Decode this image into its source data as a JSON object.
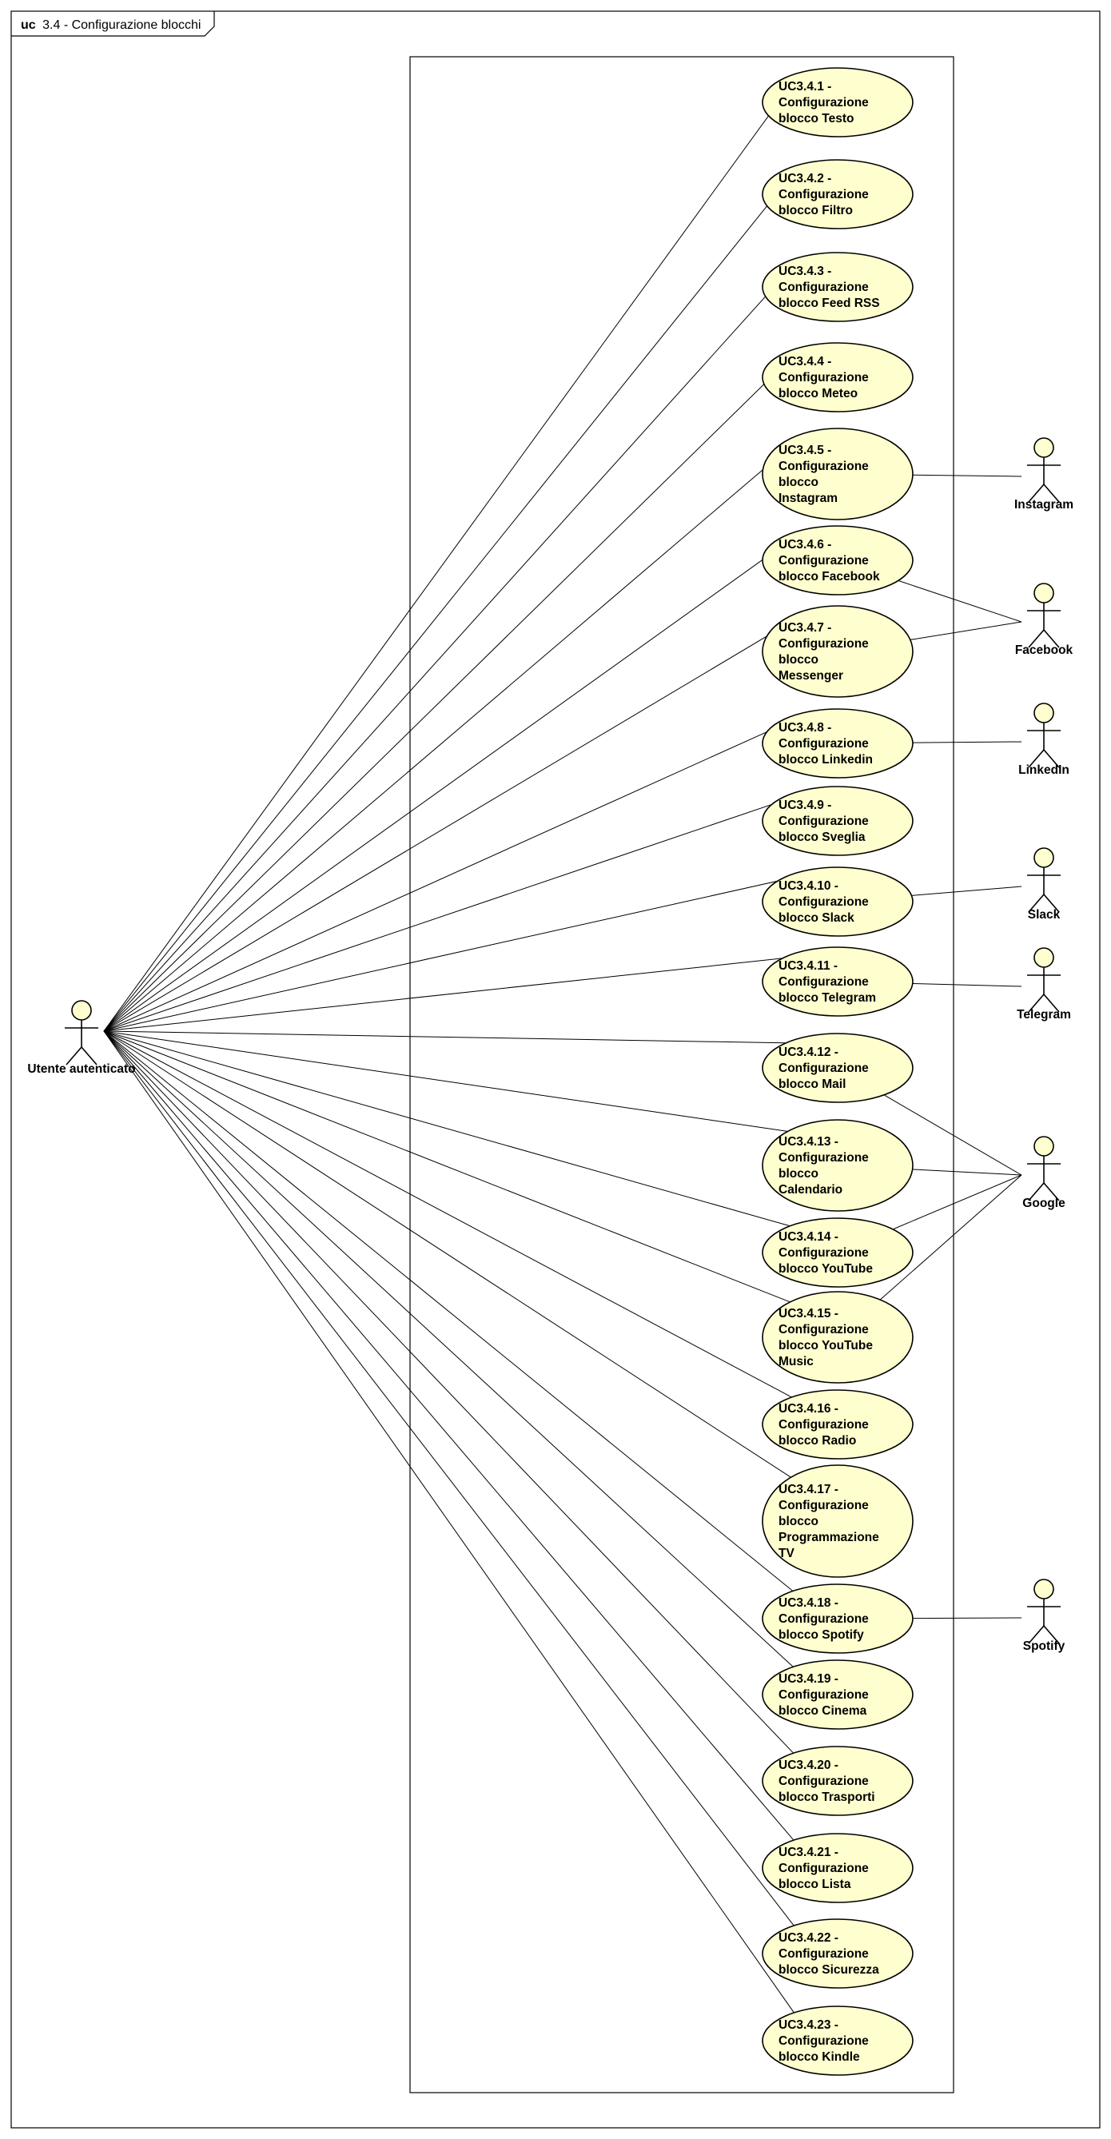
{
  "frame": {
    "keyword": "uc",
    "title": "3.4 - Configurazione blocchi"
  },
  "colors": {
    "usecase_fill": "#FEFECE",
    "usecase_stroke": "#000000",
    "actor_fill": "#FEFECE",
    "line": "#000000",
    "background": "#FFFFFF"
  },
  "primary_actor": {
    "id": "utente",
    "label": "Utente autenticato"
  },
  "usecases": [
    {
      "id": "uc1",
      "lines": [
        "UC3.4.1 -",
        "Configurazione",
        "blocco Testo"
      ]
    },
    {
      "id": "uc2",
      "lines": [
        "UC3.4.2 -",
        "Configurazione",
        "blocco Filtro"
      ]
    },
    {
      "id": "uc3",
      "lines": [
        "UC3.4.3 -",
        "Configurazione",
        "blocco Feed RSS"
      ]
    },
    {
      "id": "uc4",
      "lines": [
        "UC3.4.4 -",
        "Configurazione",
        "blocco Meteo"
      ]
    },
    {
      "id": "uc5",
      "lines": [
        "UC3.4.5 -",
        "Configurazione",
        "blocco",
        "Instagram"
      ]
    },
    {
      "id": "uc6",
      "lines": [
        "UC3.4.6 -",
        "Configurazione",
        "blocco Facebook"
      ]
    },
    {
      "id": "uc7",
      "lines": [
        "UC3.4.7 -",
        "Configurazione",
        "blocco",
        "Messenger"
      ]
    },
    {
      "id": "uc8",
      "lines": [
        "UC3.4.8 -",
        "Configurazione",
        "blocco Linkedin"
      ]
    },
    {
      "id": "uc9",
      "lines": [
        "UC3.4.9 -",
        "Configurazione",
        "blocco Sveglia"
      ]
    },
    {
      "id": "uc10",
      "lines": [
        "UC3.4.10 -",
        "Configurazione",
        "blocco Slack"
      ]
    },
    {
      "id": "uc11",
      "lines": [
        "UC3.4.11 -",
        "Configurazione",
        "blocco Telegram"
      ]
    },
    {
      "id": "uc12",
      "lines": [
        "UC3.4.12 -",
        "Configurazione",
        "blocco Mail"
      ]
    },
    {
      "id": "uc13",
      "lines": [
        "UC3.4.13 -",
        "Configurazione",
        "blocco",
        "Calendario"
      ]
    },
    {
      "id": "uc14",
      "lines": [
        "UC3.4.14 -",
        "Configurazione",
        "blocco YouTube"
      ]
    },
    {
      "id": "uc15",
      "lines": [
        "UC3.4.15 -",
        "Configurazione",
        "blocco YouTube",
        "Music"
      ]
    },
    {
      "id": "uc16",
      "lines": [
        "UC3.4.16 -",
        "Configurazione",
        "blocco Radio"
      ]
    },
    {
      "id": "uc17",
      "lines": [
        "UC3.4.17 -",
        "Configurazione",
        "blocco",
        "Programmazione",
        "TV"
      ]
    },
    {
      "id": "uc18",
      "lines": [
        "UC3.4.18 -",
        "Configurazione",
        "blocco Spotify"
      ]
    },
    {
      "id": "uc19",
      "lines": [
        "UC3.4.19 -",
        "Configurazione",
        "blocco Cinema"
      ]
    },
    {
      "id": "uc20",
      "lines": [
        "UC3.4.20 -",
        "Configurazione",
        "blocco Trasporti"
      ]
    },
    {
      "id": "uc21",
      "lines": [
        "UC3.4.21 -",
        "Configurazione",
        "blocco Lista"
      ]
    },
    {
      "id": "uc22",
      "lines": [
        "UC3.4.22 -",
        "Configurazione",
        "blocco Sicurezza"
      ]
    },
    {
      "id": "uc23",
      "lines": [
        "UC3.4.23 -",
        "Configurazione",
        "blocco Kindle"
      ]
    }
  ],
  "secondary_actors": [
    {
      "id": "instagram",
      "label": "Instagram",
      "usecases": [
        "uc5"
      ]
    },
    {
      "id": "facebook",
      "label": "Facebook",
      "usecases": [
        "uc6",
        "uc7"
      ]
    },
    {
      "id": "linkedin",
      "label": "LinkedIn",
      "usecases": [
        "uc8"
      ]
    },
    {
      "id": "slack",
      "label": "Slack",
      "usecases": [
        "uc10"
      ]
    },
    {
      "id": "telegram",
      "label": "Telegram",
      "usecases": [
        "uc11"
      ]
    },
    {
      "id": "google",
      "label": "Google",
      "usecases": [
        "uc12",
        "uc13",
        "uc14",
        "uc15"
      ]
    },
    {
      "id": "spotify",
      "label": "Spotify",
      "usecases": [
        "uc18"
      ]
    }
  ]
}
